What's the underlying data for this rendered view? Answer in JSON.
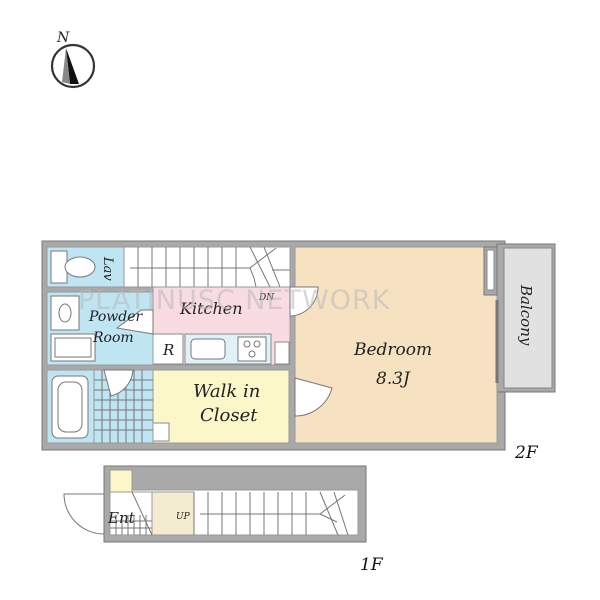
{
  "compass": {
    "north_label": "N",
    "icon": "north-arrow-compass"
  },
  "rooms": {
    "lav": "Lav",
    "powder_room_line1": "Powder",
    "powder_room_line2": "Room",
    "kitchen": "Kitchen",
    "dn": "DN",
    "refrigerator": "R",
    "walk_in_closet_line1": "Walk in",
    "walk_in_closet_line2": "Closet",
    "bedroom": "Bedroom",
    "bedroom_size": "8.3J",
    "balcony": "Balcony",
    "entrance": "Ent",
    "up": "UP"
  },
  "floors": {
    "second": "2F",
    "first": "1F"
  },
  "watermark": "PLATINUSC NETWORK",
  "colors": {
    "wall": "#a9a9a9",
    "bedroom": "#f6e2c0",
    "closet": "#fbf7c8",
    "wet_area": "#bfe4f2",
    "kitchen": "#f8dce2",
    "stairs": "#ffffff",
    "balcony": "#e1e1e1",
    "entrance_floor": "#f3ecd0"
  }
}
